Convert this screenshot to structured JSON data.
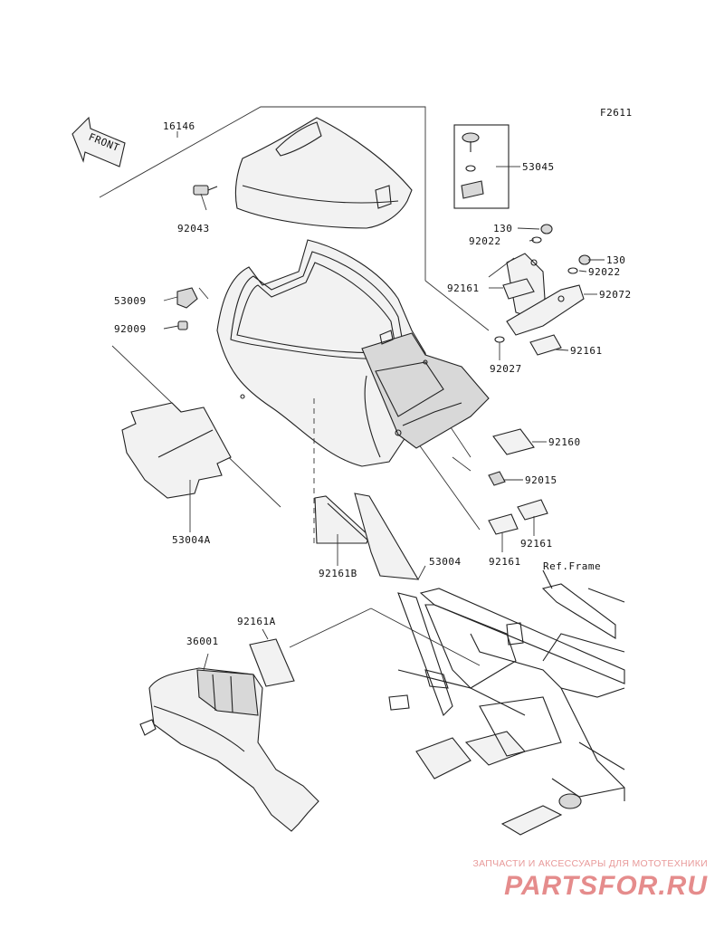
{
  "figure_code": "F2611",
  "front_label": "FRONT",
  "ref_frame": "Ref.Frame",
  "parts": {
    "p16146": "16146",
    "p92043": "92043",
    "p53009": "53009",
    "p92009": "92009",
    "p53004A": "53004A",
    "p92161B": "92161B",
    "p53004": "53004",
    "p53045": "53045",
    "p130a": "130",
    "p92022a": "92022",
    "p130b": "130",
    "p92022b": "92022",
    "p92161a": "92161",
    "p92072": "92072",
    "p92027": "92027",
    "p92161b": "92161",
    "p92160": "92160",
    "p92015": "92015",
    "p92161c": "92161",
    "p92161d": "92161",
    "p92161A": "92161A",
    "p36001": "36001"
  },
  "watermark": {
    "tagline": "ЗАПЧАСТИ И АКСЕССУАРЫ ДЛЯ МОТОТЕХНИКИ",
    "logo": "PARTSFOR.RU",
    "color": "#e58c8c"
  }
}
